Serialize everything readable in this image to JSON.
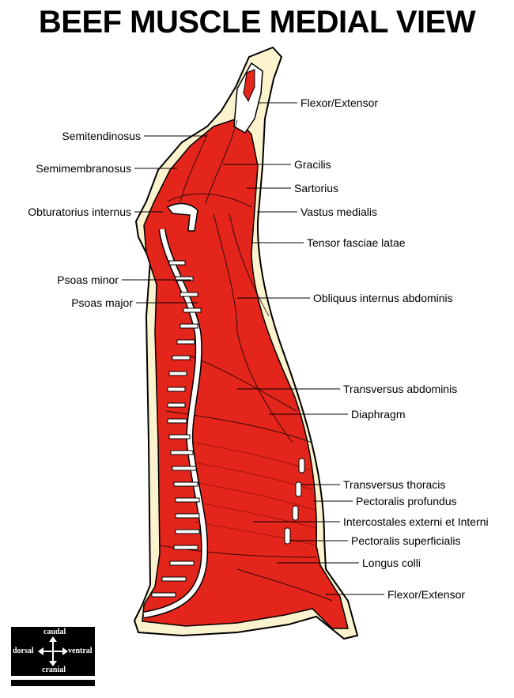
{
  "title": "BEEF MUSCLE MEDIAL VIEW",
  "colors": {
    "muscle": "#e4251b",
    "fat": "#fbf3cd",
    "bone": "#ffffff",
    "outline": "#000000"
  },
  "labels": {
    "flexor_extensor_top": "Flexor/Extensor",
    "semitendinosus": "Semitendinosus",
    "gracilis": "Gracilis",
    "semimembranosus": "Semimembranosus",
    "sartorius": "Sartorius",
    "obturatorius_internus": "Obturatorius internus",
    "vastus_medialis": "Vastus medialis",
    "tensor_fasciae_latae": "Tensor fasciae latae",
    "psoas_minor": "Psoas minor",
    "obliquus_internus_abdominis": "Obliquus internus abdominis",
    "psoas_major": "Psoas major",
    "transversus_abdominis": "Transversus abdominis",
    "diaphragm": "Diaphragm",
    "transversus_thoracis": "Transversus thoracis",
    "pectoralis_profundus": "Pectoralis profundus",
    "intercostales": "Intercostales externi et Interni",
    "pectoralis_superficialis": "Pectoralis superficialis",
    "longus_colli": "Longus colli",
    "flexor_extensor_bottom": "Flexor/Extensor"
  },
  "compass": {
    "top": "caudal",
    "bottom": "cranial",
    "left": "dorsal",
    "right": "ventral"
  }
}
